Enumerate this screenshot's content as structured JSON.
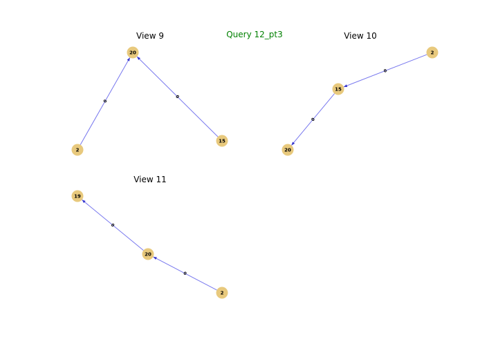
{
  "header": {
    "query_title": "Query 12_pt3",
    "query_title_color": "#008000"
  },
  "colors": {
    "node_fill": "#e8c97d",
    "edge_stroke": "#7777ee",
    "arrow_fill": "#3333cc"
  },
  "views": [
    {
      "title": "View 9",
      "nodes": [
        {
          "id": "20",
          "label": "20"
        },
        {
          "id": "2",
          "label": "2"
        },
        {
          "id": "15",
          "label": "15"
        }
      ],
      "edges": [
        {
          "from": "2",
          "to": "20",
          "label": "0"
        },
        {
          "from": "15",
          "to": "20",
          "label": "0"
        }
      ]
    },
    {
      "title": "View 10",
      "nodes": [
        {
          "id": "2",
          "label": "2"
        },
        {
          "id": "15",
          "label": "15"
        },
        {
          "id": "20",
          "label": "20"
        }
      ],
      "edges": [
        {
          "from": "2",
          "to": "15",
          "label": "0"
        },
        {
          "from": "15",
          "to": "20",
          "label": "0"
        }
      ]
    },
    {
      "title": "View 11",
      "nodes": [
        {
          "id": "19",
          "label": "19"
        },
        {
          "id": "20",
          "label": "20"
        },
        {
          "id": "2",
          "label": "2"
        }
      ],
      "edges": [
        {
          "from": "20",
          "to": "19",
          "label": "0"
        },
        {
          "from": "2",
          "to": "20",
          "label": "0"
        }
      ]
    }
  ]
}
